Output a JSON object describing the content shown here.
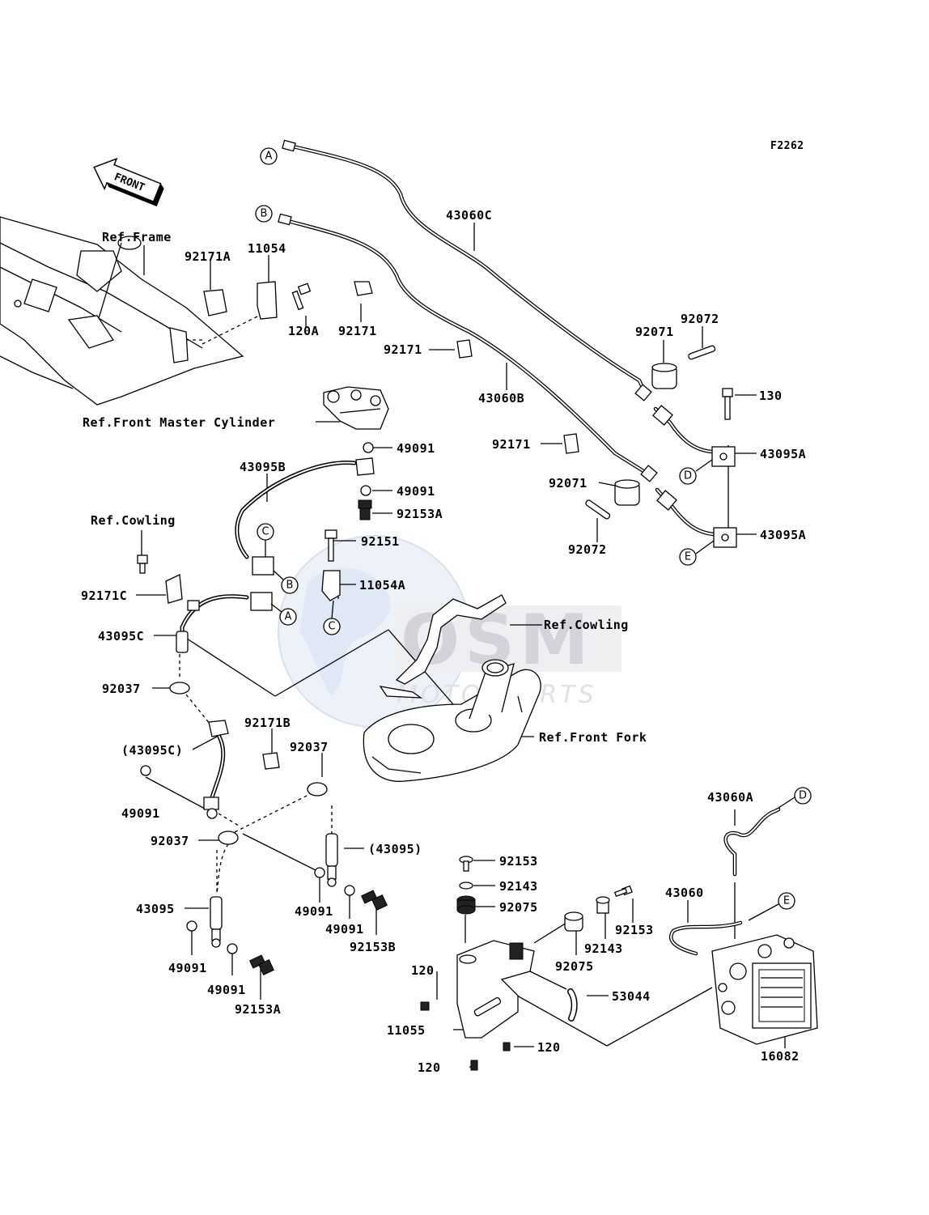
{
  "figure_code": "F2262",
  "front_arrow_label": "FRONT",
  "watermark": {
    "brand": "OSM",
    "subtitle": "MOTORPARTS"
  },
  "references": {
    "frame": "Ref.Frame",
    "front_master_cylinder": "Ref.Front Master Cylinder",
    "cowling_left": "Ref.Cowling",
    "cowling_right": "Ref.Cowling",
    "front_fork": "Ref.Front Fork"
  },
  "connectors": [
    "A",
    "B",
    "C",
    "D",
    "E"
  ],
  "part_labels": {
    "p92171A": "92171A",
    "p11054": "11054",
    "p120A": "120A",
    "p92171_top": "92171",
    "p92171_mid": "92171",
    "p92171_right": "92171",
    "p43060C": "43060C",
    "p43060B": "43060B",
    "p92071_top": "92071",
    "p92072_top": "92072",
    "p130": "130",
    "p43095A_top": "43095A",
    "p43095A_bot": "43095A",
    "p92071_bot": "92071",
    "p92072_bot": "92072",
    "p49091_1": "49091",
    "p49091_2": "49091",
    "p92153A_top": "92153A",
    "p43095B": "43095B",
    "p92151": "92151",
    "p11054A": "11054A",
    "p92171C": "92171C",
    "p43095C": "43095C",
    "p92037_1": "92037",
    "p43095C_paren": "(43095C)",
    "p92171B": "92171B",
    "p92037_2": "92037",
    "p49091_3": "49091",
    "p92037_3": "92037",
    "p43095_paren": "(43095)",
    "p43095": "43095",
    "p49091_4": "49091",
    "p49091_5": "49091",
    "p92153B": "92153B",
    "p49091_6": "49091",
    "p49091_7": "49091",
    "p92153A_bot": "92153A",
    "p92153_1": "92153",
    "p92143_1": "92143",
    "p92075_1": "92075",
    "p92153_2": "92153",
    "p92143_2": "92143",
    "p92075_2": "92075",
    "p120_1": "120",
    "p11055": "11055",
    "p120_2": "120",
    "p120_3": "120",
    "p53044": "53044",
    "p43060A": "43060A",
    "p43060": "43060",
    "p16082": "16082"
  }
}
